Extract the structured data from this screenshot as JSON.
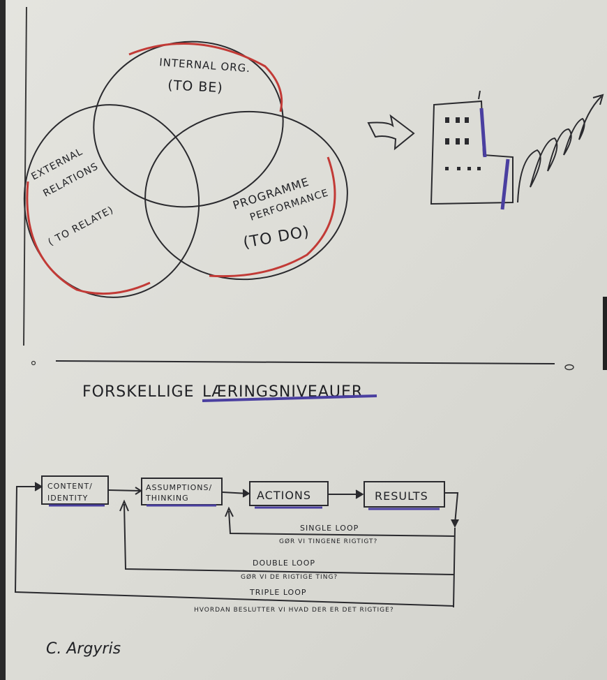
{
  "venn": {
    "internal": {
      "line1": "INTERNAL ORG.",
      "line2": "(TO BE)"
    },
    "external": {
      "line1": "EXTERNAL",
      "line2": "RELATIONS",
      "line3": "( TO RELATE)"
    },
    "programme": {
      "line1": "PROGRAMME",
      "line2": "PERFORMANCE",
      "line3": "(TO DO)"
    }
  },
  "heading": {
    "prefix": "FORSKELLIGE ",
    "underlined": "LÆRINGSNIVEAUER"
  },
  "flow": {
    "boxes": [
      {
        "line1": "CONTENT/",
        "line2": "IDENTITY"
      },
      {
        "line1": "ASSUMPTIONS/",
        "line2": "THINKING"
      },
      {
        "line1": "ACTIONS"
      },
      {
        "line1": "RESULTS"
      }
    ],
    "loops": [
      {
        "name": "SINGLE LOOP",
        "question": "GØR VI TINGENE RIGTIGT?"
      },
      {
        "name": "DOUBLE LOOP",
        "question": "GØR VI DE RIGTIGE TING?"
      },
      {
        "name": "TRIPLE LOOP",
        "question": "HVORDAN BESLUTTER VI HVAD DER ER DET RIGTIGE?"
      }
    ]
  },
  "signature": "C. Argyris",
  "colors": {
    "paper": "#dcdcd6",
    "ink": "#1f2024",
    "red": "#c23a36",
    "blue": "#4a3fa0"
  },
  "icons": [
    "arrow-right-icon",
    "building-icon",
    "spiral-growth-icon"
  ]
}
